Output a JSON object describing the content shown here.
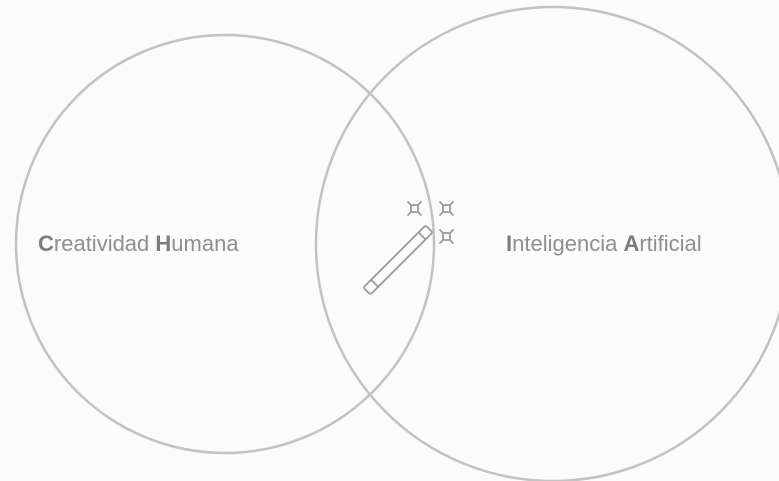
{
  "diagram": {
    "left_set": {
      "initial_1": "C",
      "rest_1": "reatividad ",
      "initial_2": "H",
      "rest_2": "umana"
    },
    "right_set": {
      "initial_1": "I",
      "rest_1": "nteligencia ",
      "initial_2": "A",
      "rest_2": "rtificial"
    },
    "intersection_icon": "magic-wand-sparkles-icon"
  },
  "colors": {
    "background": "#fbfbfb",
    "circle_stroke": "#c2c2c2",
    "icon_stroke": "#9a9a9a",
    "text": "#8f8f8f"
  }
}
